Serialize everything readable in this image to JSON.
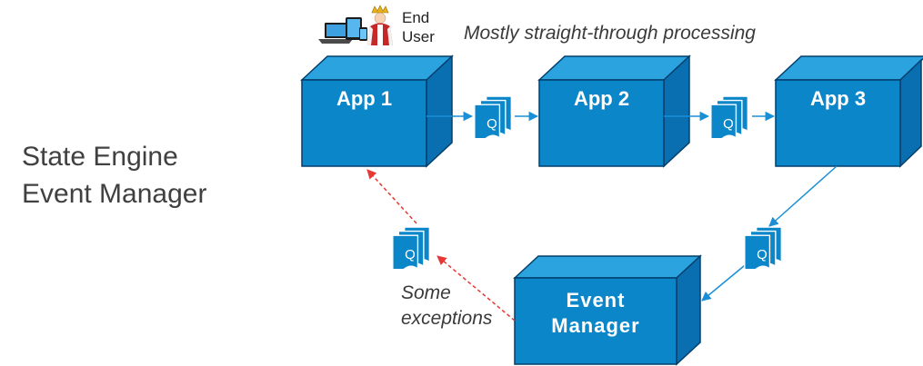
{
  "title": {
    "line1": "State Engine",
    "line2": "Event Manager"
  },
  "user_label": {
    "line1": "End",
    "line2": "User"
  },
  "flow_note": "Mostly straight-through processing",
  "exception_note": {
    "line1": "Some",
    "line2": "exceptions"
  },
  "apps": [
    {
      "label": "App 1"
    },
    {
      "label": "App 2"
    },
    {
      "label": "App 3"
    }
  ],
  "event_manager": {
    "line1": "Event",
    "line2": "Manager"
  },
  "queue_letter": "Q",
  "icons": [
    "devices-icon",
    "user-king-icon",
    "queue-icon"
  ],
  "colors": {
    "box_front": "#0a86c9",
    "box_side": "#0a6fb0",
    "box_top": "#2aa3df",
    "box_outline": "#033f6c",
    "arrow_normal": "#1a8fd6",
    "arrow_exception": "#e53935",
    "text_main": "#404040"
  }
}
